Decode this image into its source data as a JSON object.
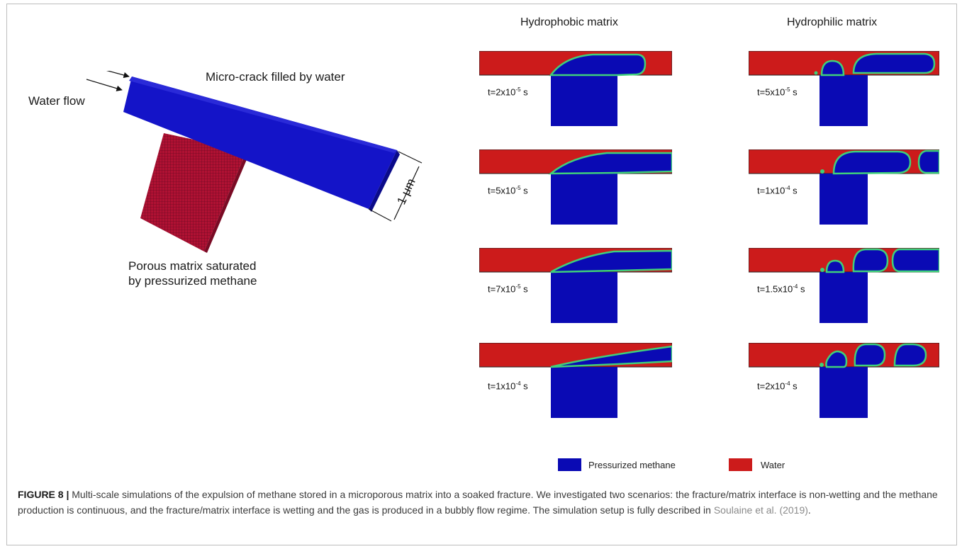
{
  "schematic": {
    "water_flow": "Water flow",
    "crack_label": "Micro-crack filled by water",
    "matrix_label_line1": "Porous matrix saturated",
    "matrix_label_line2": "by pressurized methane",
    "scale": "1 μm"
  },
  "columns": {
    "left_title": "Hydrophobic matrix",
    "right_title": "Hydrophilic matrix"
  },
  "hydrophobic_times": [
    {
      "base": "t=2x10",
      "exp": "-5",
      "unit": " s"
    },
    {
      "base": "t=5x10",
      "exp": "-5",
      "unit": " s"
    },
    {
      "base": "t=7x10",
      "exp": "-5",
      "unit": " s"
    },
    {
      "base": "t=1x10",
      "exp": "-4",
      "unit": " s"
    }
  ],
  "hydrophilic_times": [
    {
      "base": "t=5x10",
      "exp": "-5",
      "unit": " s"
    },
    {
      "base": "t=1x10",
      "exp": "-4",
      "unit": " s"
    },
    {
      "base": "t=1.5x10",
      "exp": "-4",
      "unit": " s"
    },
    {
      "base": "t=2x10",
      "exp": "-4",
      "unit": " s"
    }
  ],
  "legend": {
    "methane": "Pressurized methane",
    "water": "Water"
  },
  "colors": {
    "methane": "#0a0ab4",
    "water": "#cc1b1b",
    "interface": "#3fd07a"
  },
  "caption": {
    "label": "FIGURE 8 |",
    "text": " Multi-scale simulations of the expulsion of methane stored in a microporous matrix into a soaked fracture. We investigated two scenarios: the fracture/matrix interface is non-wetting and the methane production is continuous, and the fracture/matrix interface is wetting and the gas is produced in a bubbly flow regime. The simulation setup is fully described in ",
    "ref": "Soulaine et al. (2019)",
    "end": "."
  }
}
